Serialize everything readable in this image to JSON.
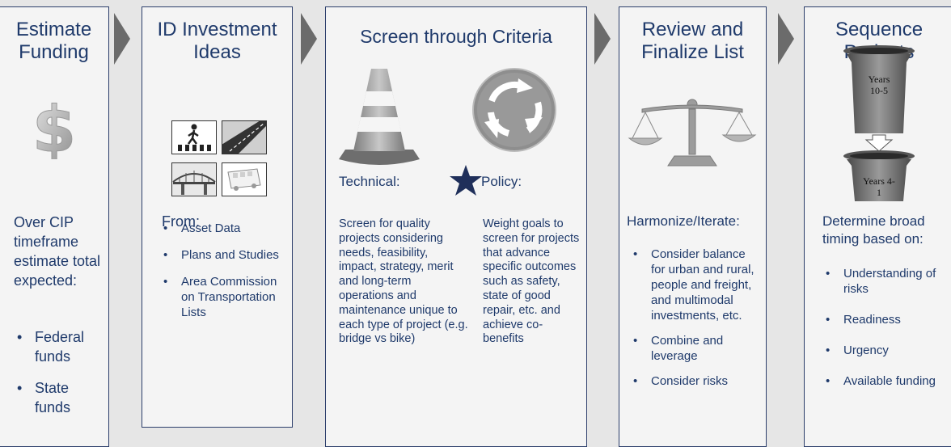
{
  "steps": [
    {
      "title": "Estimate Funding",
      "intro": "Over CIP timeframe estimate total expected:",
      "bullets": [
        "Federal funds",
        "State funds"
      ],
      "icon": "dollar-icon"
    },
    {
      "title": "ID Investment Ideas",
      "intro": "From:",
      "bullets": [
        "Asset Data",
        "Plans and Studies",
        "Area Commission on Transportation Lists"
      ],
      "icon": "transport-mode-icons"
    },
    {
      "title": "Screen through Criteria",
      "technical_label": "Technical:",
      "policy_label": "Policy:",
      "technical_text": "Screen for quality projects considering needs, feasibility, impact, strategy, merit and long-term operations and maintenance unique to each type of project (e.g. bridge vs bike)",
      "policy_text": "Weight goals to screen for projects that advance specific outcomes such as safety, state of good repair, etc. and achieve co-benefits",
      "icons": [
        "traffic-cone-icon",
        "roundabout-icon",
        "star-icon"
      ]
    },
    {
      "title": "Review and Finalize List",
      "intro": "Harmonize/Iterate:",
      "bullets": [
        "Consider balance for urban and rural, people and freight, and multimodal investments, etc.",
        "Combine and leverage",
        "Consider risks"
      ],
      "icon": "balance-scale-icon"
    },
    {
      "title": "Sequence Projects",
      "bucket_top": "Years 10-5",
      "bucket_bottom": "Years 4-1",
      "intro": "Determine broad timing based on:",
      "bullets": [
        "Understanding of risks",
        "Readiness",
        "Urgency",
        "Available funding"
      ],
      "icon": "bucket-icon"
    }
  ],
  "bullet_char": "•",
  "colors": {
    "text": "#1f3a6b",
    "border": "#2c3e6b",
    "arrow": "#6b6b6b",
    "panel": "#f4f4f4",
    "star": "#1f2f5a"
  }
}
